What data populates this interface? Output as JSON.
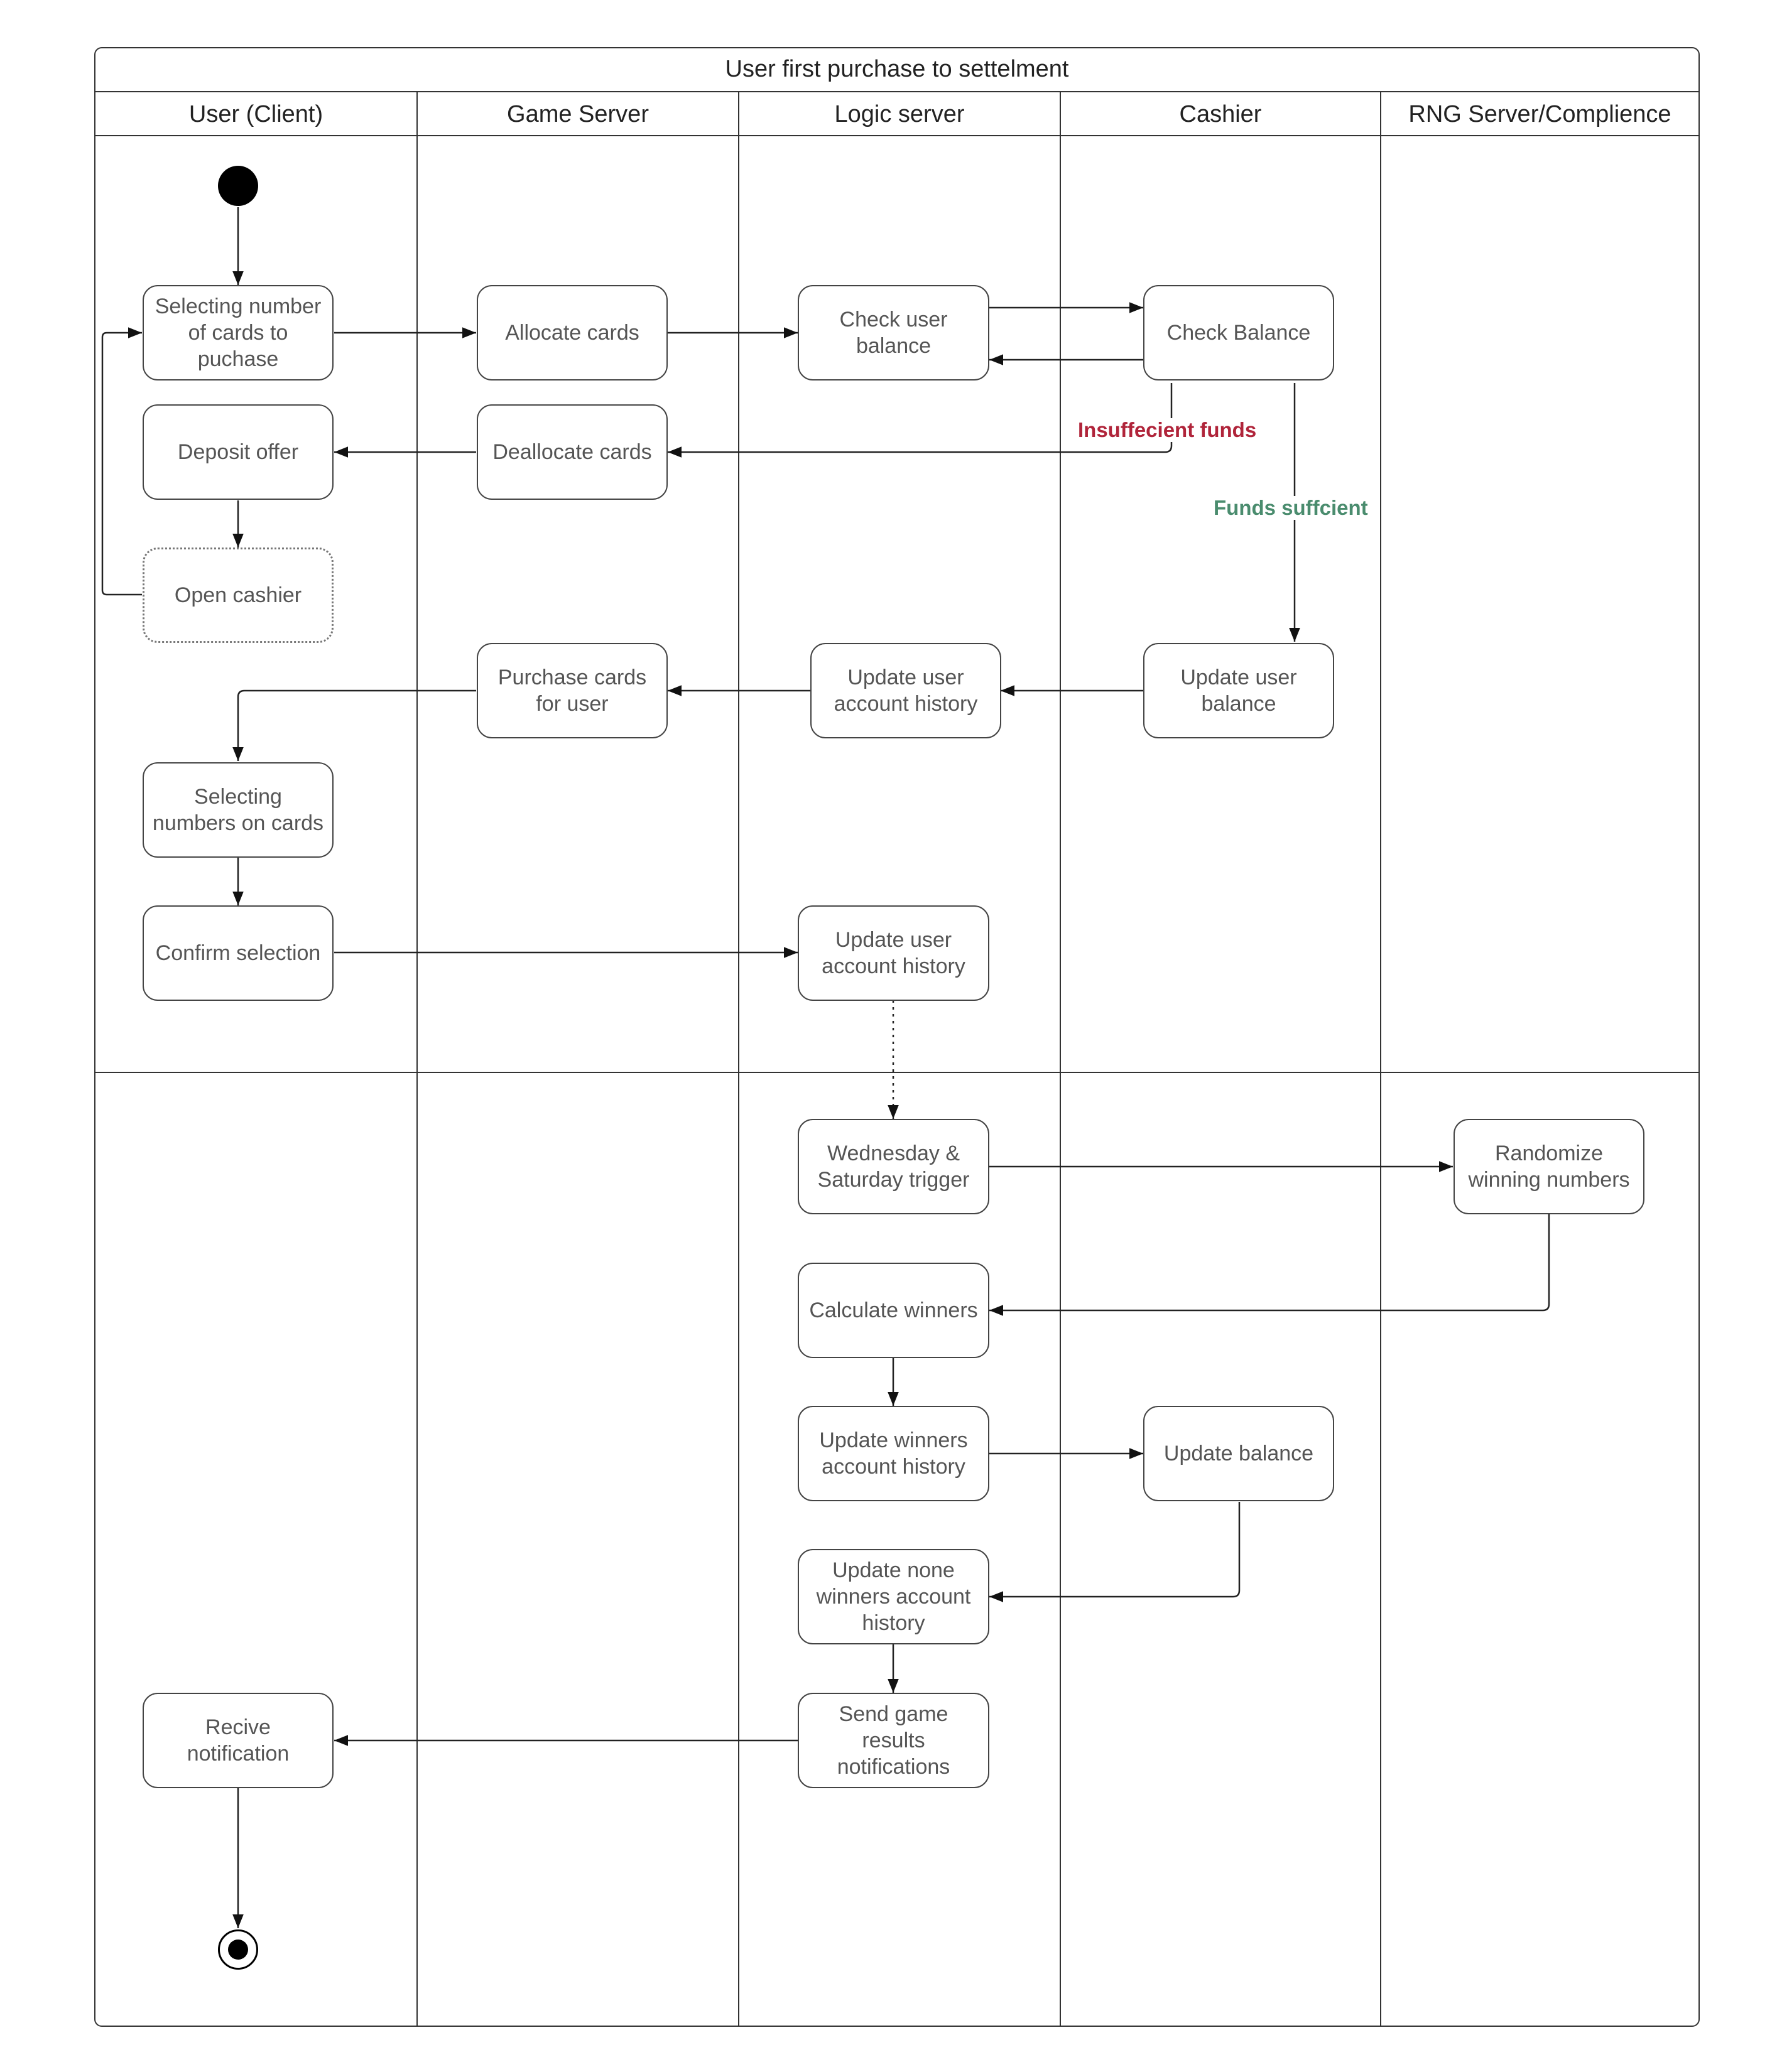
{
  "diagram": {
    "title": "User first purchase to settelment",
    "lanes": [
      {
        "id": "user",
        "label": "User (Client)"
      },
      {
        "id": "game",
        "label": "Game Server"
      },
      {
        "id": "logic",
        "label": "Logic server"
      },
      {
        "id": "cashier",
        "label": "Cashier"
      },
      {
        "id": "rng",
        "label": "RNG Server/Complience"
      }
    ],
    "nodes": {
      "select_cards": "Selecting number\nof cards to\npuchase",
      "allocate": "Allocate cards",
      "check_user_balance": "Check user\nbalance",
      "check_balance": "Check Balance",
      "deposit_offer": "Deposit offer",
      "deallocate": "Deallocate cards",
      "open_cashier": "Open cashier",
      "purchase_cards": "Purchase cards\nfor user",
      "update_history_1": "Update user\naccount history",
      "update_user_balance": "Update user\nbalance",
      "select_numbers": "Selecting\nnumbers on cards",
      "confirm_selection": "Confirm selection",
      "update_history_2": "Update user\naccount history",
      "trigger": "Wednesday &\nSaturday trigger",
      "randomize": "Randomize\nwinning numbers",
      "calc_winners": "Calculate winners",
      "update_winners": "Update winners\naccount history",
      "update_balance": "Update balance",
      "update_non_winners": "Update none\nwinners account\nhistory",
      "send_results": "Send game\nresults\nnotifications",
      "receive_notification": "Recive\nnotification"
    },
    "edge_labels": {
      "insufficient": "Insuffecient funds",
      "sufficient": "Funds suffcient"
    },
    "colors": {
      "insufficient": "#b0243a",
      "sufficient": "#4a8c6e",
      "line": "#222222"
    }
  }
}
